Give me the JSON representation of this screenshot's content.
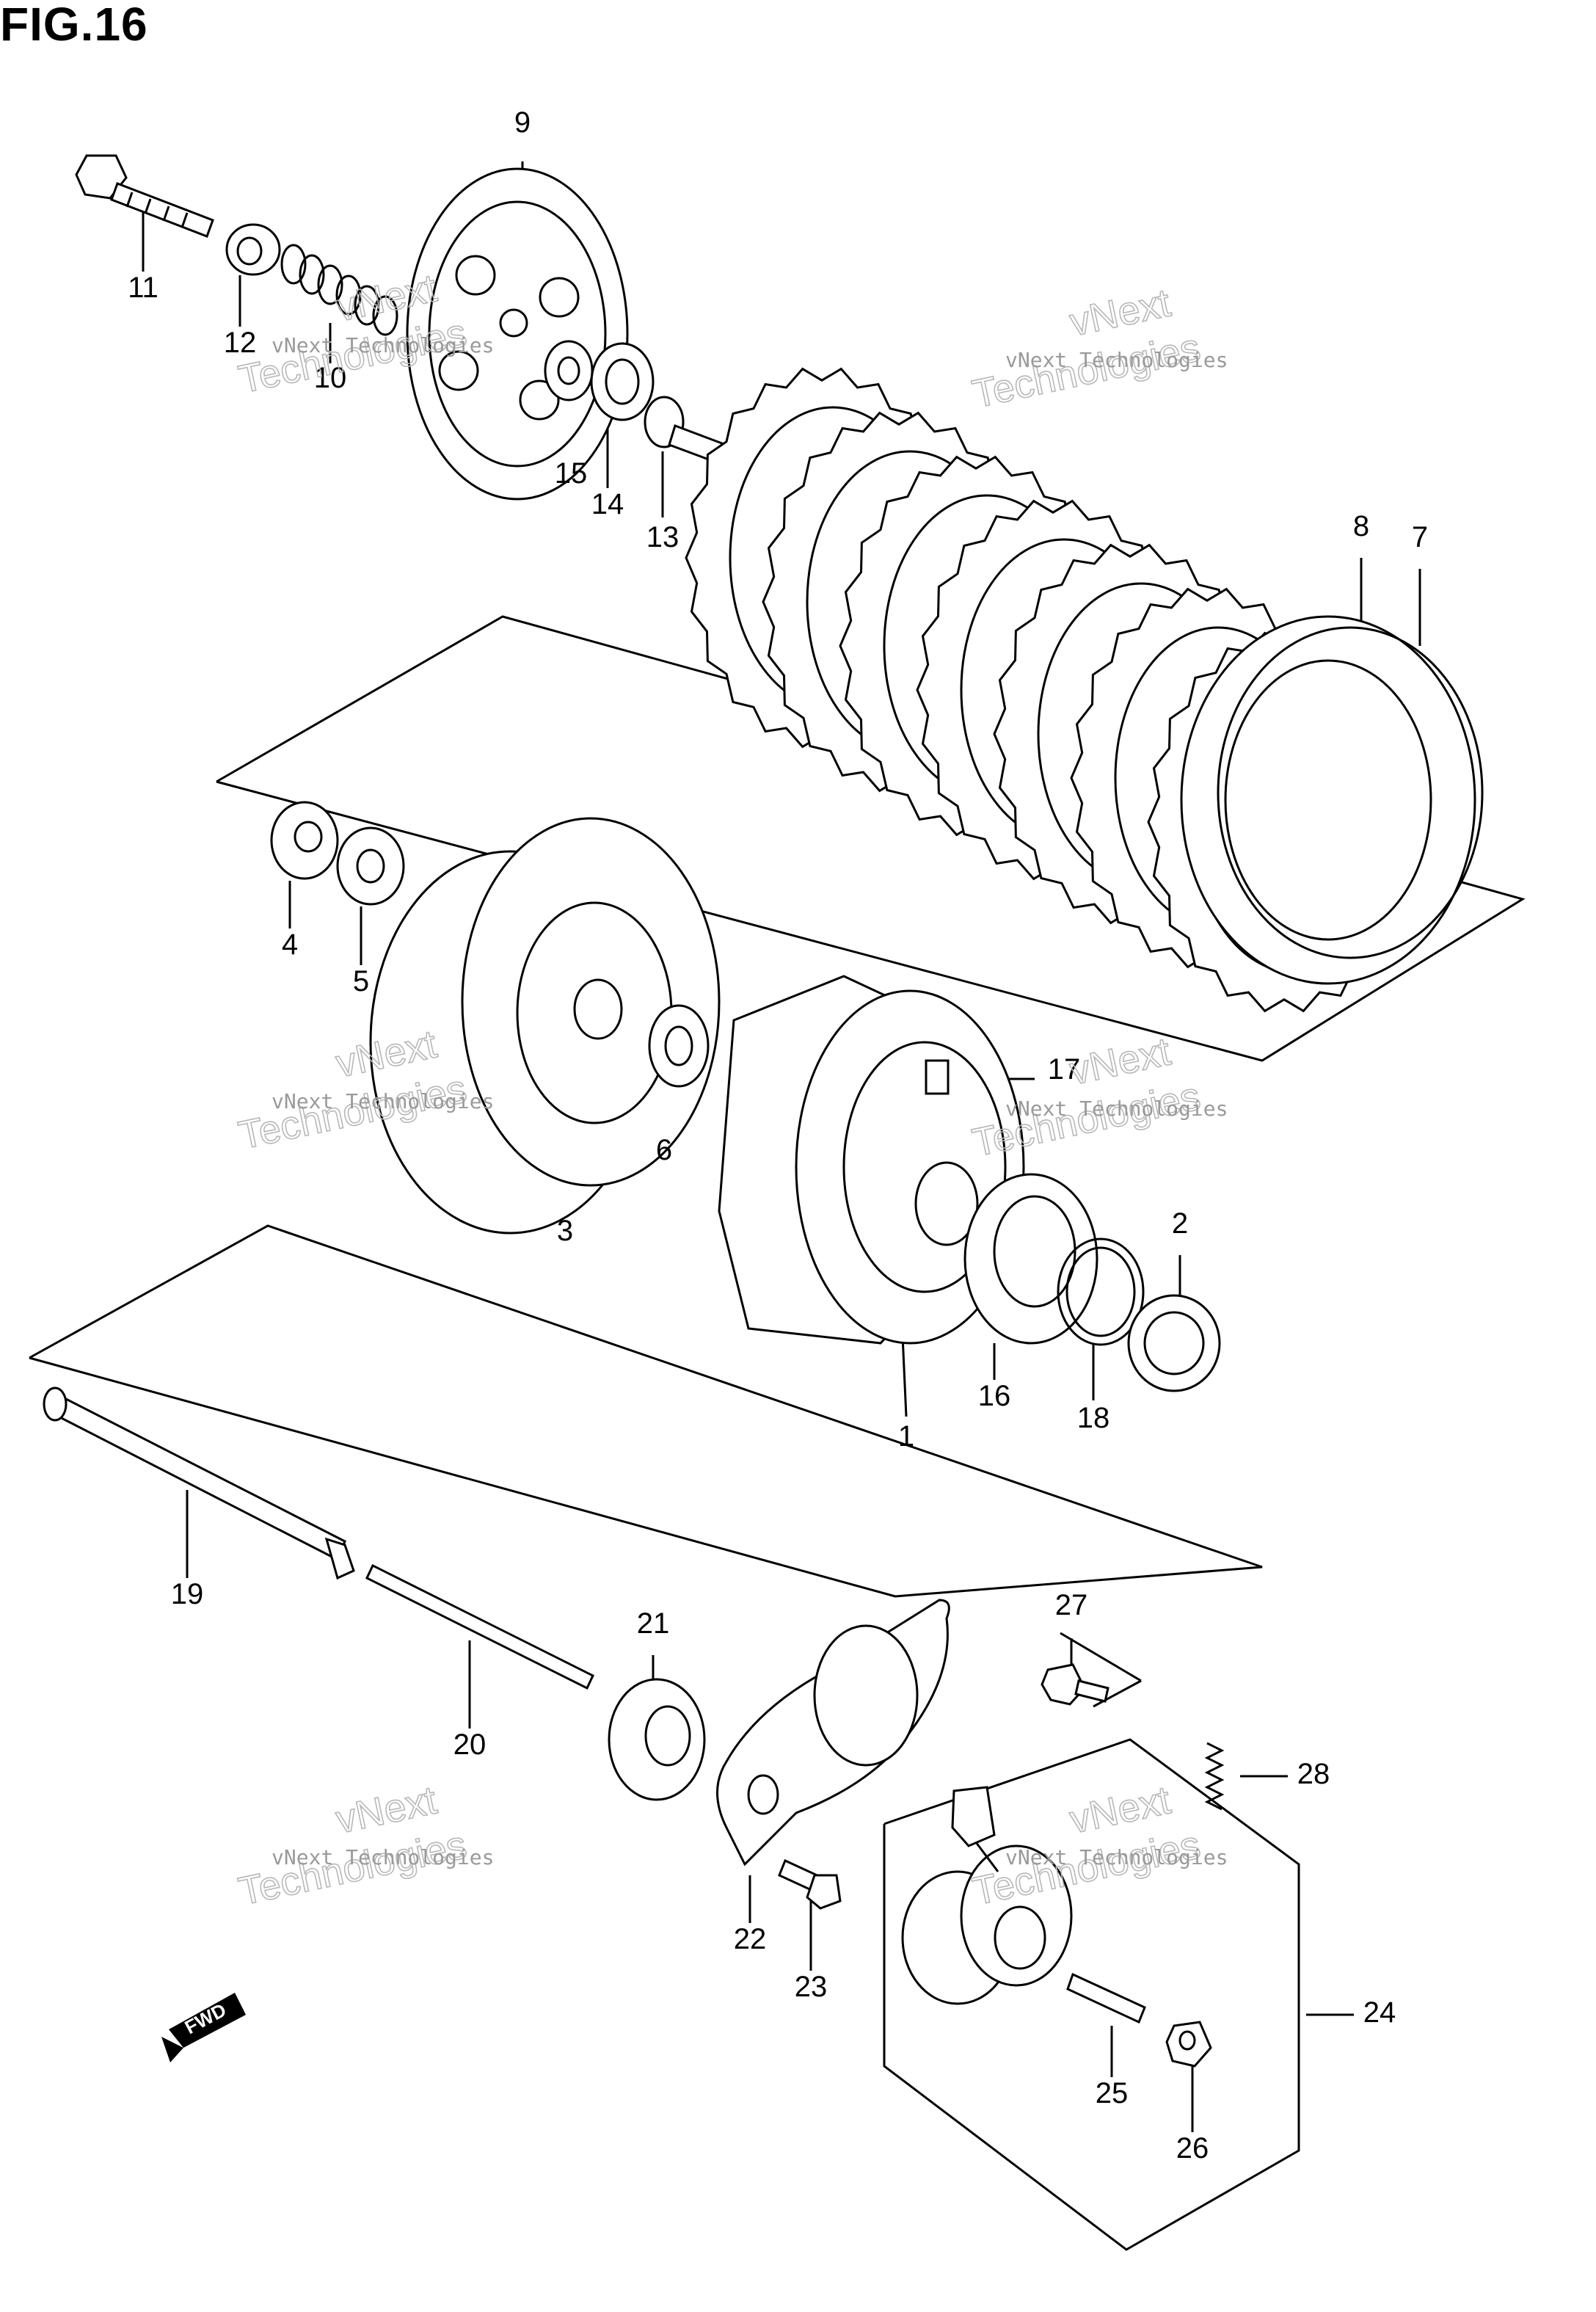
{
  "figure": {
    "title": "FIG.16"
  },
  "callouts": [
    "1",
    "2",
    "3",
    "4",
    "5",
    "6",
    "7",
    "8",
    "9",
    "10",
    "11",
    "12",
    "13",
    "14",
    "15",
    "16",
    "17",
    "18",
    "19",
    "20",
    "21",
    "22",
    "23",
    "24",
    "25",
    "26",
    "27",
    "28"
  ],
  "watermark": {
    "line1": "vNext",
    "line2": "Technologies",
    "small": "vNext Technologies"
  },
  "fwd": {
    "label": "FWD"
  }
}
